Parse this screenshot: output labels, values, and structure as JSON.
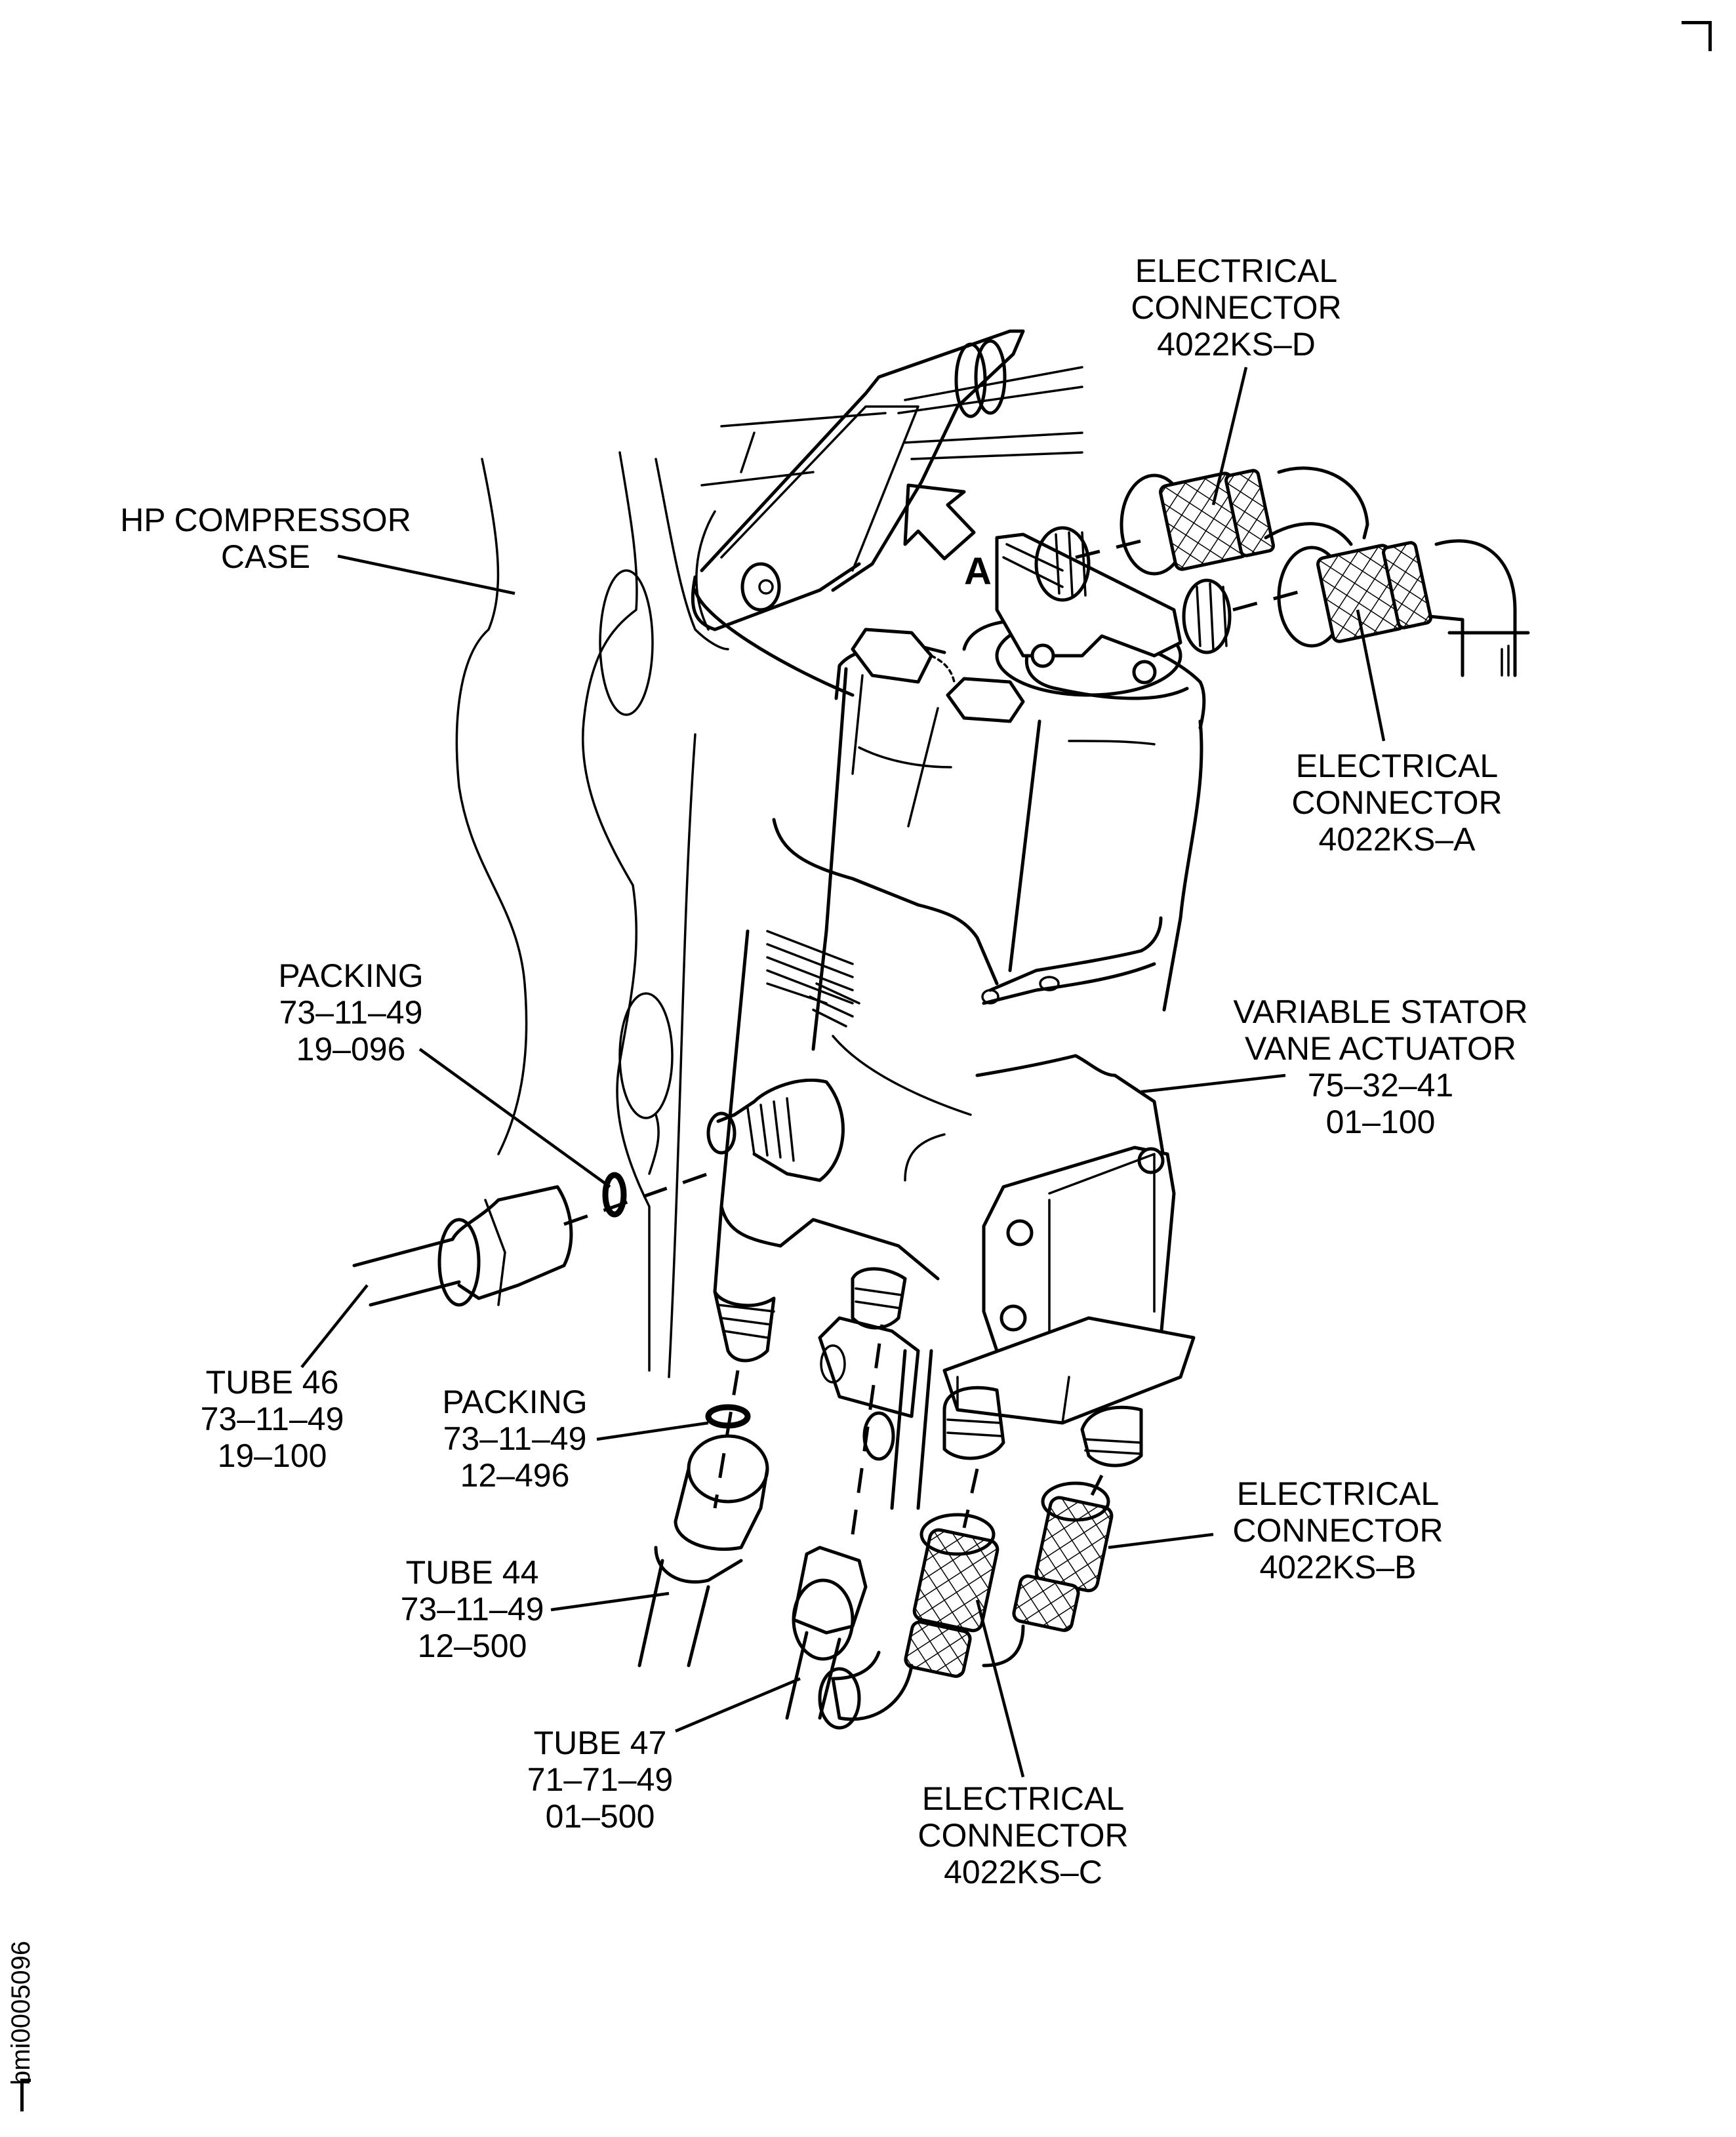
{
  "figure": {
    "id": "bmi0005096",
    "view_letter": "A",
    "view_arrow_icon": "view-direction-arrow"
  },
  "labels": {
    "hp_compressor_case": {
      "lines": [
        "HP COMPRESSOR",
        "CASE"
      ]
    },
    "connector_d": {
      "lines": [
        "ELECTRICAL",
        "CONNECTOR",
        "4022KS–D"
      ]
    },
    "connector_a": {
      "lines": [
        "ELECTRICAL",
        "CONNECTOR",
        "4022KS–A"
      ]
    },
    "vsv_actuator": {
      "lines": [
        "VARIABLE STATOR",
        "VANE ACTUATOR",
        "75–32–41",
        "01–100"
      ]
    },
    "packing_19_096": {
      "lines": [
        "PACKING",
        "73–11–49",
        "19–096"
      ]
    },
    "tube_46": {
      "lines": [
        "TUBE 46",
        "73–11–49",
        "19–100"
      ]
    },
    "packing_12_496": {
      "lines": [
        "PACKING",
        "73–11–49",
        "12–496"
      ]
    },
    "tube_44": {
      "lines": [
        "TUBE 44",
        "73–11–49",
        "12–500"
      ]
    },
    "tube_47": {
      "lines": [
        "TUBE 47",
        "71–71–49",
        "01–500"
      ]
    },
    "connector_b": {
      "lines": [
        "ELECTRICAL",
        "CONNECTOR",
        "4022KS–B"
      ]
    },
    "connector_c": {
      "lines": [
        "ELECTRICAL",
        "CONNECTOR",
        "4022KS–C"
      ]
    }
  },
  "colors": {
    "ink": "#000000",
    "paper": "#ffffff"
  }
}
